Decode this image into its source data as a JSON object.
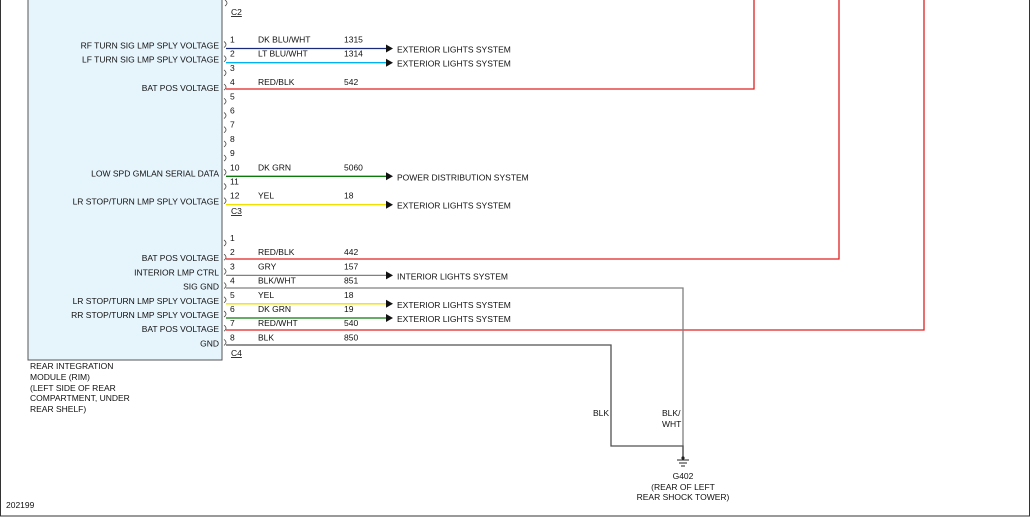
{
  "module": {
    "name_lines": [
      "REAR INTEGRATION",
      "MODULE (RIM)",
      "(LEFT SIDE OF REAR",
      "COMPARTMENT, UNDER",
      "REAR SHELF)"
    ]
  },
  "connectors": {
    "c2": "C2",
    "c3": "C3",
    "c4": "C4"
  },
  "colors": {
    "red": "#e02020",
    "light_blue": "#00b0f0",
    "dark_blue": "#1a2a7a",
    "dark_green": "#0a7a0a",
    "yellow": "#f0e000",
    "gray": "#808080",
    "black": "#202020"
  },
  "c3_pins": [
    {
      "pin": "1",
      "label": "RF TURN SIG LMP SPLY VOLTAGE",
      "wire": "DK BLU/WHT",
      "circuit": "1315",
      "dest": "EXTERIOR LIGHTS SYSTEM"
    },
    {
      "pin": "2",
      "label": "LF TURN SIG LMP SPLY VOLTAGE",
      "wire": "LT BLU/WHT",
      "circuit": "1314",
      "dest": "EXTERIOR LIGHTS SYSTEM"
    },
    {
      "pin": "3",
      "label": "",
      "wire": "",
      "circuit": "",
      "dest": ""
    },
    {
      "pin": "4",
      "label": "BAT POS VOLTAGE",
      "wire": "RED/BLK",
      "circuit": "542",
      "dest": ""
    },
    {
      "pin": "5",
      "label": "",
      "wire": "",
      "circuit": "",
      "dest": ""
    },
    {
      "pin": "6",
      "label": "",
      "wire": "",
      "circuit": "",
      "dest": ""
    },
    {
      "pin": "7",
      "label": "",
      "wire": "",
      "circuit": "",
      "dest": ""
    },
    {
      "pin": "8",
      "label": "",
      "wire": "",
      "circuit": "",
      "dest": ""
    },
    {
      "pin": "9",
      "label": "",
      "wire": "",
      "circuit": "",
      "dest": ""
    },
    {
      "pin": "10",
      "label": "LOW SPD GMLAN SERIAL DATA",
      "wire": "DK GRN",
      "circuit": "5060",
      "dest": "POWER DISTRIBUTION SYSTEM"
    },
    {
      "pin": "11",
      "label": "",
      "wire": "",
      "circuit": "",
      "dest": ""
    },
    {
      "pin": "12",
      "label": "LR STOP/TURN LMP SPLY VOLTAGE",
      "wire": "YEL",
      "circuit": "18",
      "dest": "EXTERIOR LIGHTS SYSTEM"
    }
  ],
  "c4_pins": [
    {
      "pin": "1",
      "label": "",
      "wire": "",
      "circuit": "",
      "dest": ""
    },
    {
      "pin": "2",
      "label": "BAT POS VOLTAGE",
      "wire": "RED/BLK",
      "circuit": "442",
      "dest": ""
    },
    {
      "pin": "3",
      "label": "INTERIOR LMP CTRL",
      "wire": "GRY",
      "circuit": "157",
      "dest": "INTERIOR LIGHTS SYSTEM"
    },
    {
      "pin": "4",
      "label": "SIG GND",
      "wire": "BLK/WHT",
      "circuit": "851",
      "dest": ""
    },
    {
      "pin": "5",
      "label": "LR STOP/TURN LMP SPLY VOLTAGE",
      "wire": "YEL",
      "circuit": "18",
      "dest": "EXTERIOR LIGHTS SYSTEM"
    },
    {
      "pin": "6",
      "label": "RR STOP/TURN LMP SPLY VOLTAGE",
      "wire": "DK GRN",
      "circuit": "19",
      "dest": "EXTERIOR LIGHTS SYSTEM"
    },
    {
      "pin": "7",
      "label": "BAT POS VOLTAGE",
      "wire": "RED/WHT",
      "circuit": "540",
      "dest": ""
    },
    {
      "pin": "8",
      "label": "GND",
      "wire": "BLK",
      "circuit": "850",
      "dest": ""
    }
  ],
  "ground": {
    "wire_blk": "BLK",
    "wire_blk_wht_1": "BLK/",
    "wire_blk_wht_2": "WHT",
    "id": "G402",
    "loc_1": "(REAR OF LEFT",
    "loc_2": "REAR SHOCK TOWER)"
  },
  "figure_id": "202199"
}
